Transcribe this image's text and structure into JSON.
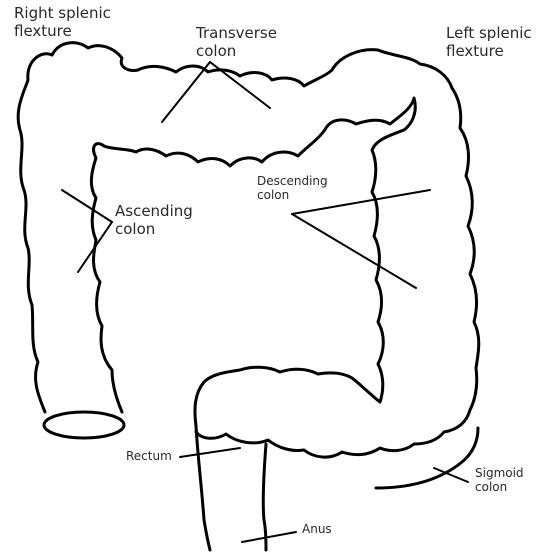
{
  "labels": {
    "right_flexure": "Right splenic\nflexture",
    "transverse": "Transverse\ncolon",
    "left_flexure": "Left splenic\nflexture",
    "descending": "Descending\ncolon",
    "ascending": "Ascending\ncolon",
    "rectum": "Rectum",
    "sigmoid": "Sigmoid\ncolon",
    "anus": "Anus"
  },
  "colors": {
    "stroke": "#000000",
    "text": "#2a2a2a",
    "background": "#ffffff"
  }
}
